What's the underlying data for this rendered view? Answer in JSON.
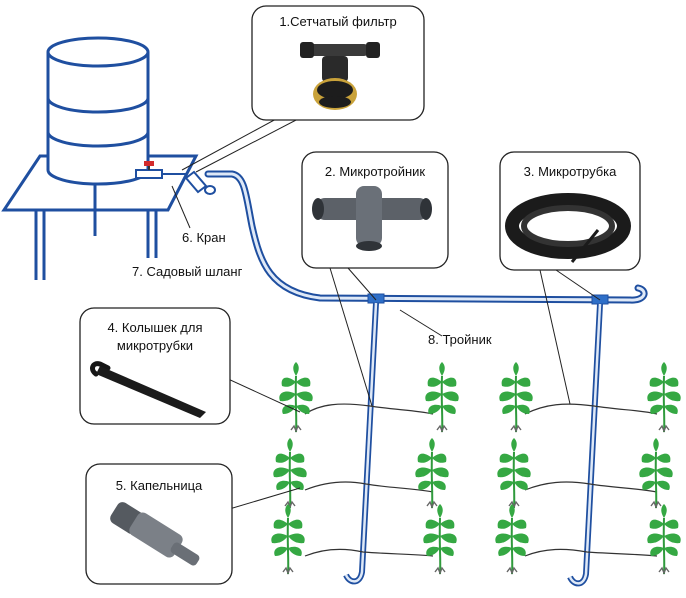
{
  "labels": {
    "filter": "1.Сетчатый фильтр",
    "micro_tee": "2. Микротройник",
    "micro_tube": "3. Микротрубка",
    "stake_line1": "4. Колышек для",
    "stake_line2": "микротрубки",
    "dripper": "5. Капельница",
    "tap": "6. Кран",
    "hose": "7. Садовый шланг",
    "tee": "8. Тройник"
  },
  "colors": {
    "pipe": "#1f4fa0",
    "pipe_light": "#dfe9f7",
    "leaf": "#35a843",
    "tap_red": "#d32b2b",
    "outline": "#222222"
  }
}
